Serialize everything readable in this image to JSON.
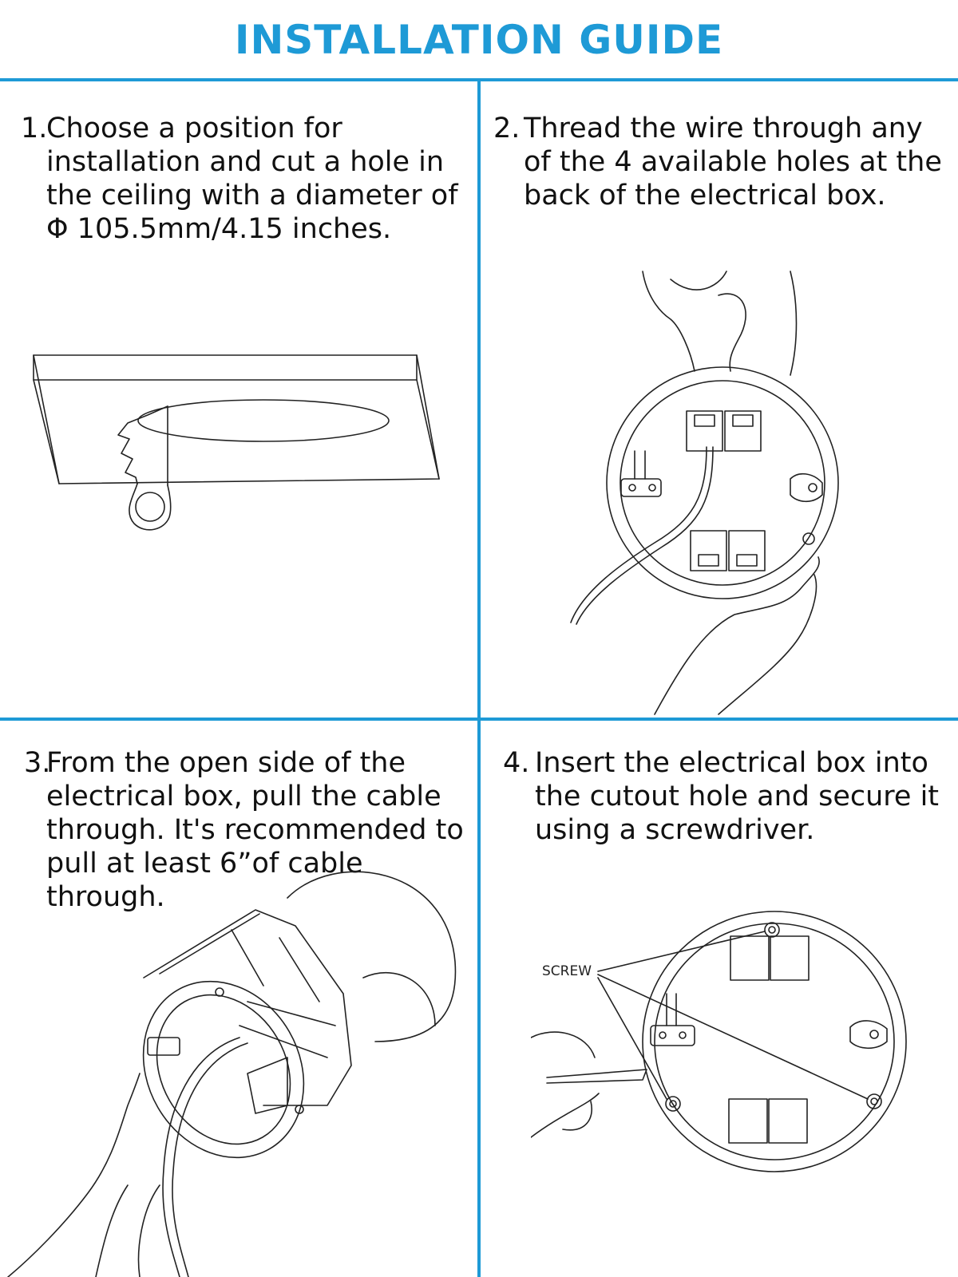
{
  "title": "INSTALLATION GUIDE",
  "accent_color": "#1e9ad6",
  "steps": [
    {
      "number": "1.",
      "text": "Choose a position for installation and cut a hole in the ceiling with a diameter of Φ 105.5mm/4.15 inches."
    },
    {
      "number": "2.",
      "text": "Thread the wire through any of the 4 available holes at the back of the electrical box."
    },
    {
      "number": "3.",
      "text": "From the open side of the electrical box, pull the cable through. It's recommended to pull at least 6”of cable through."
    },
    {
      "number": "4.",
      "text": "Insert the electrical box into the cutout hole and secure it using a screwdriver."
    }
  ],
  "illustrations": {
    "step1": "ceiling-panel-with-hole-saw",
    "step2": "electrical-box-back-with-wire",
    "step3": "electrical-box-pulling-cable",
    "step4": "electrical-box-screws"
  },
  "screw_label": "SCREW"
}
